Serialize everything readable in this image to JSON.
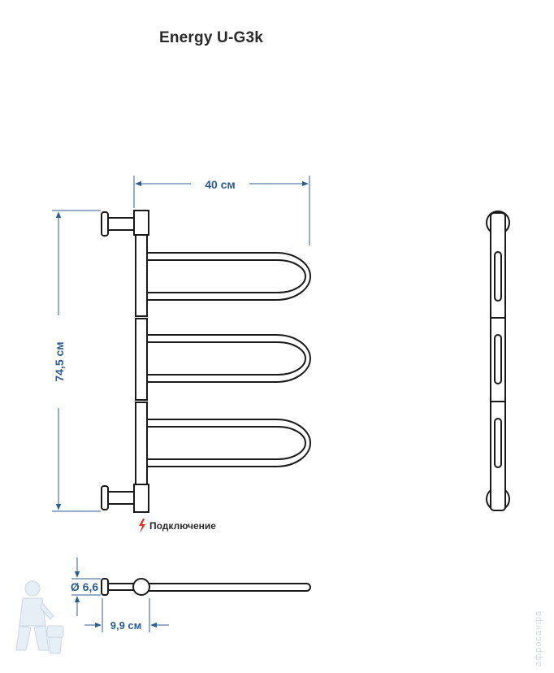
{
  "title": "Energy U-G3k",
  "dimensions": {
    "width": "40 см",
    "height": "74,5 см",
    "pipe_diameter": "Ø 6,6",
    "wall_offset": "9,9 см"
  },
  "legend": {
    "connection": "Подключение"
  },
  "watermark": "aфросанфа",
  "colors": {
    "dimension": "#2c5d90",
    "outline": "#1a1a1a",
    "connection_mark": "#e0302a"
  }
}
